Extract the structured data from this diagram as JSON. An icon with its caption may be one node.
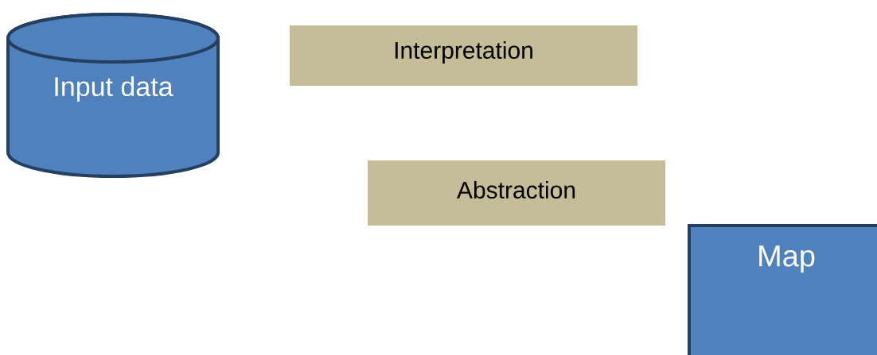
{
  "diagram": {
    "nodes": [
      {
        "text": [
          "Input data"
        ]
      },
      {
        "text": [
          "Interpretation"
        ]
      },
      {
        "text": [
          "Abstraction"
        ]
      },
      {
        "text": [
          "Map"
        ]
      }
    ]
  }
}
